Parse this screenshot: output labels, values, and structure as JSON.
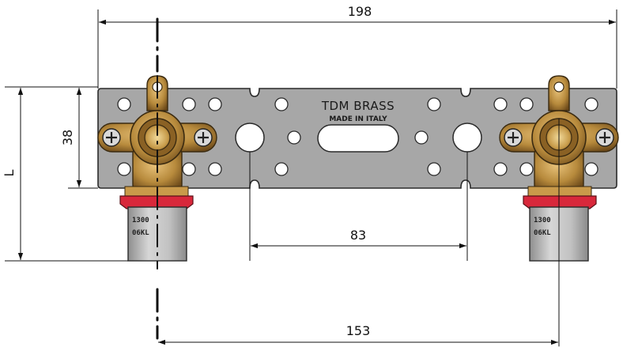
{
  "dimensions": {
    "overall_width": "198",
    "height_38": "38",
    "height_L": "L",
    "center_spacing": "83",
    "outlet_spacing": "153"
  },
  "plate": {
    "brand": "TDM BRASS",
    "origin": "MADE IN ITALY"
  },
  "pipe_markings": {
    "left_line1": "1300",
    "left_line2": "06KL",
    "right_line1": "1300",
    "right_line2": "06KL"
  },
  "colors": {
    "plate": "#a7a7a7",
    "brass": "#b78a3c",
    "brass_dark": "#7a5520",
    "collar_red": "#d8283b",
    "pipe": "#b5b5b5",
    "dimension_line": "#111111"
  }
}
